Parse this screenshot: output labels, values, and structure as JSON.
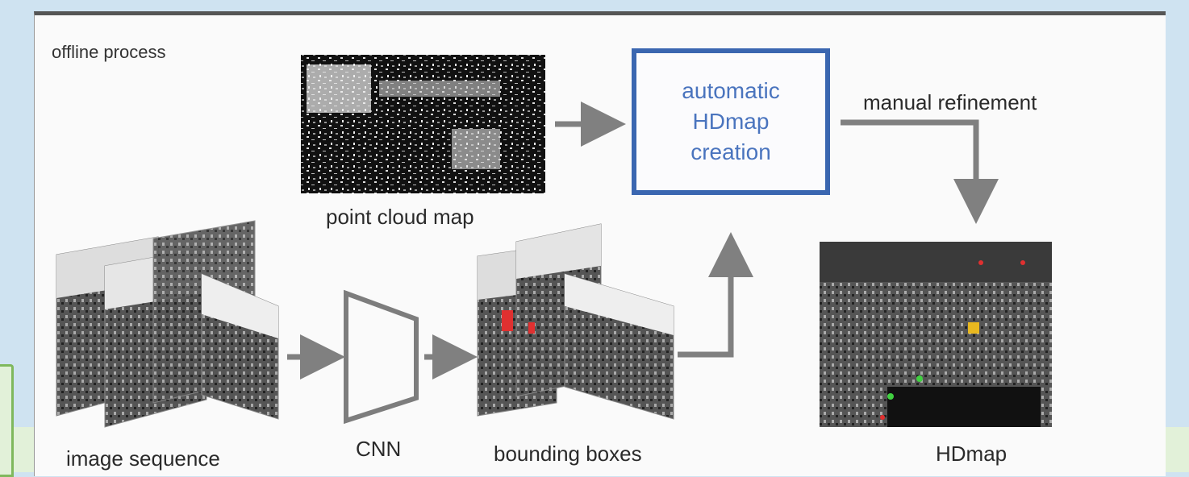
{
  "labels": {
    "offline_process": "offline process",
    "point_cloud_map": "point cloud map",
    "manual_refinement": "manual refinement",
    "image_sequence": "image sequence",
    "cnn": "CNN",
    "bounding_boxes": "bounding boxes",
    "hdmap": "HDmap"
  },
  "box": {
    "line1": "automatic",
    "line2": "HDmap",
    "line3": "creation"
  },
  "colors": {
    "arrow": "#808080",
    "box_border": "#3a66b0",
    "box_text": "#4a74be"
  }
}
